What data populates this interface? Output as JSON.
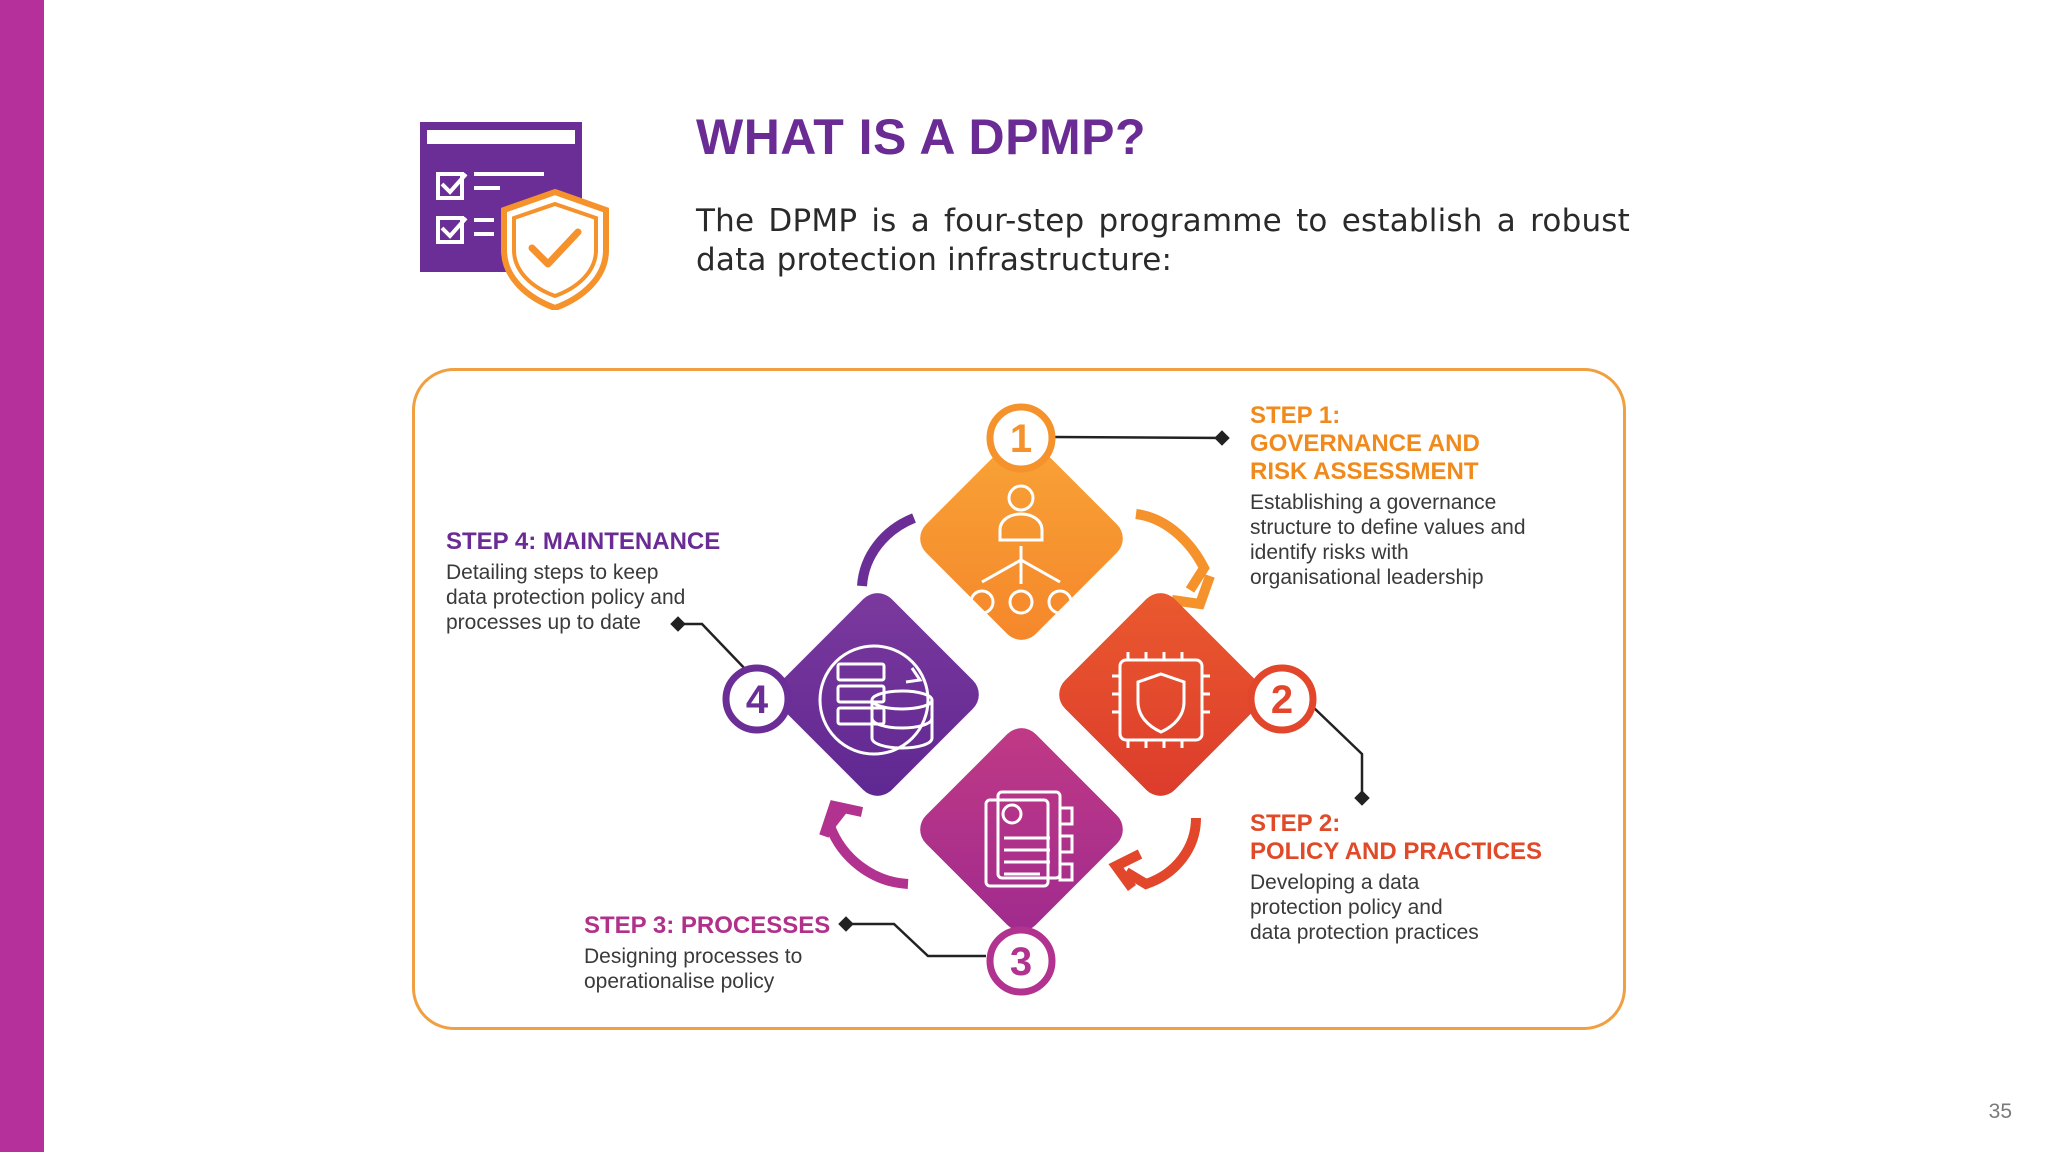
{
  "slide": {
    "title": "WHAT IS A DPMP?",
    "intro": "The DPMP is a four-step programme to establish a robust data protection infrastructure:",
    "page_number": "35"
  },
  "steps": [
    {
      "number": "1",
      "title_line1": "STEP 1:",
      "title_line2": "GOVERNANCE AND",
      "title_line3": "RISK ASSESSMENT",
      "desc_lines": [
        "Establishing a governance",
        "structure to define values and",
        "identify risks with",
        "organisational leadership"
      ],
      "color": "#f5922b",
      "icon": "people-hierarchy-icon"
    },
    {
      "number": "2",
      "title_line1": "STEP 2:",
      "title_line2": "POLICY AND PRACTICES",
      "desc_lines": [
        "Developing a data",
        "protection policy and",
        "data protection practices"
      ],
      "color": "#e2462b",
      "icon": "shield-chip-icon"
    },
    {
      "number": "3",
      "title_line1": "STEP 3: PROCESSES",
      "desc_lines": [
        "Designing processes to",
        "operationalise policy"
      ],
      "color": "#b1338f",
      "icon": "secure-document-icon"
    },
    {
      "number": "4",
      "title_line1": "STEP 4: MAINTENANCE",
      "desc_lines": [
        "Detailing steps to keep",
        "data protection policy and",
        "processes up to date"
      ],
      "color": "#6b2d96",
      "icon": "database-sync-icon"
    }
  ],
  "colors": {
    "side_bar": "#b5309a",
    "title": "#6a2c94",
    "frame_border": "#f0a040"
  }
}
